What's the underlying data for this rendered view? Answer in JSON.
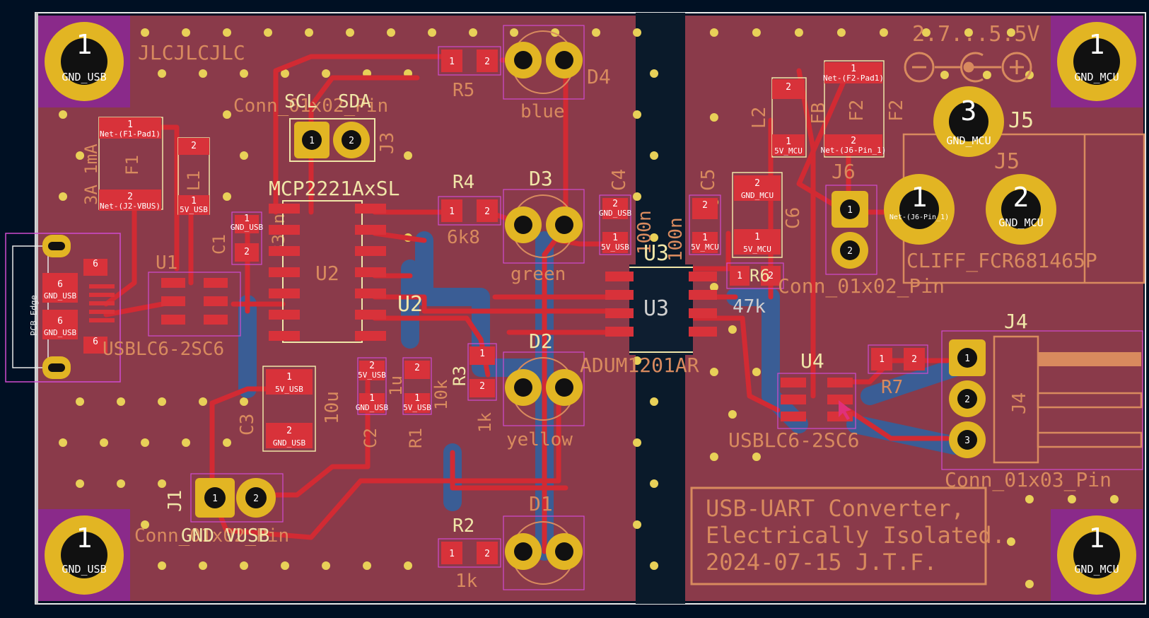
{
  "colors": {
    "background": "#001023",
    "board": "#8a3a4a",
    "copper_fill": "#7d3446",
    "track": "#d22a33",
    "track_bottom": "#3a5d95",
    "pad_smd": "#d8323a",
    "pad_tht": "#e2b523",
    "drill": "#111111",
    "via": "#e8d058",
    "silkscreen": "#d88a5e",
    "courtyard": "#d04ad0",
    "mount_pad_corner": "#8a2a8a"
  },
  "mounting_holes": [
    {
      "id": "mh-tl",
      "num": "1",
      "net": "GND_USB"
    },
    {
      "id": "mh-bl",
      "num": "1",
      "net": "GND_USB"
    },
    {
      "id": "mh-tr",
      "num": "1",
      "net": "GND_MCU"
    },
    {
      "id": "mh-br",
      "num": "1",
      "net": "GND_MCU"
    }
  ],
  "silk_labels": {
    "jlc": "JLCJLCJLC",
    "voltage_range": "2.7...5.5V",
    "j3_conn": "Conn_01x02_Pin",
    "scl": "SCL",
    "sda": "SDA",
    "j3": "J3",
    "mcp": "MCP2221AxSL",
    "f1_rating": "3A 1mA",
    "f1": "F1",
    "l1": "L1",
    "c1": "C1",
    "c1_val": "330n",
    "u1": "U1",
    "u1_val": "USBLC6-2SC6",
    "u2": "U2",
    "u2_dup": "U2",
    "c3": "C3",
    "c3_val": "10u",
    "c2": "C2",
    "c2_val": "1u",
    "r1": "R1",
    "r1_val": "10k",
    "r3": "R3",
    "r3_val": "1k",
    "j1": "J1",
    "j1_conn": "Conn_01x02_Pin",
    "gnd_vusb": "GND VUSB",
    "r5": "R5",
    "r4": "R4",
    "r4_val": "6k8",
    "r2": "R2",
    "r2_val": "1k",
    "d4": "D4",
    "d4_color": "blue",
    "d3": "D3",
    "d3_color": "green",
    "d2": "D2",
    "d2_color": "yellow",
    "d1": "D1",
    "c4": "C4",
    "c4_val": "100n",
    "c5": "C5",
    "c5_val": "100n",
    "u3": "U3",
    "u3_ref": "U3",
    "u3_val": "ADUM1201AR",
    "l2": "L2",
    "l2_type": "FB",
    "f2": "F2",
    "j5": "J5",
    "j5_dup": "J5",
    "j5_model": "CLIFF_FCR681465P",
    "j6": "J6",
    "j6_conn": "Conn_01x02_Pin",
    "r6": "R6",
    "r6_val": "47k",
    "c6": "C6",
    "u4": "U4",
    "u4_val": "USBLC6-2SC6",
    "r7": "R7",
    "j4": "J4",
    "j4_box": "J4",
    "j4_conn": "Conn_01x03_Pin",
    "pcb_edge": "PCB Edge",
    "title_line1": "USB-UART Converter,",
    "title_line2": "Electrically Isolated.",
    "title_line3": "2024-07-15 J.T.F."
  },
  "pads": {
    "f1_p1_num": "1",
    "f1_p1_net": "Net-(F1-Pad1)",
    "f1_p2_num": "2",
    "f1_p2_net": "Net-(J2-VBUS)",
    "l1_p2_num": "2",
    "l1_p1_num": "1",
    "l1_p1_net": "5V_USB",
    "c1_p1_num": "1",
    "c1_p1_net": "GND_USB",
    "c1_p2_num": "2",
    "usb_p6": "6",
    "usb_net_gnd": "GND_USB",
    "c3_p1_num": "1",
    "c3_p1_net": "5V_USB",
    "c3_p2_num": "2",
    "c3_p2_net": "GND_USB",
    "c2_p2_num": "2",
    "c2_p2_net": "5V_USB",
    "c2_p1_num": "1",
    "c2_p1_net": "GND_USB",
    "r1_p2_num": "2",
    "r1_p1_num": "1",
    "r1_p1_net": "5V_USB",
    "j1_p1_num": "1",
    "j1_p2_num": "2",
    "j3_p1_num": "1",
    "j3_p2_num": "2",
    "c4_p2_num": "2",
    "c4_p2_net": "GND_USB",
    "c4_p1_num": "1",
    "c4_p1_net": "5V_USB",
    "c5_p2_num": "2",
    "c5_p1_num": "1",
    "c5_p1_net": "5V_MCU",
    "l2_p1_num": "1",
    "l2_p1_net": "5V_MCU",
    "l2_p2_num": "2",
    "f2_p1_num": "1",
    "f2_p1_net": "Net-(F2-Pad1)",
    "f2_p2_num": "2",
    "f2_p2_net": "Net-(J6-Pin_1)",
    "c6_p2_num": "2",
    "c6_p2_net": "GND_MCU",
    "c6_p1_num": "1",
    "c6_p1_net": "5V_MCU",
    "j5_p3_num": "3",
    "j5_p3_net": "GND_MCU",
    "j5_p1_num": "1",
    "j5_p1_net": "Net-(J6-Pin_1)",
    "j5_p2_num": "2",
    "j5_p2_net": "GND_MCU",
    "j6_p1_num": "1",
    "j6_p2_num": "2",
    "j4_p1_num": "1",
    "j4_p2_num": "2",
    "j4_p3_num": "3",
    "r_p1": "1",
    "r_p2": "2",
    "r6_p1_num": "1",
    "r6_p2_num": "2",
    "r7_p1_num": "1",
    "r7_p2_num": "2"
  }
}
